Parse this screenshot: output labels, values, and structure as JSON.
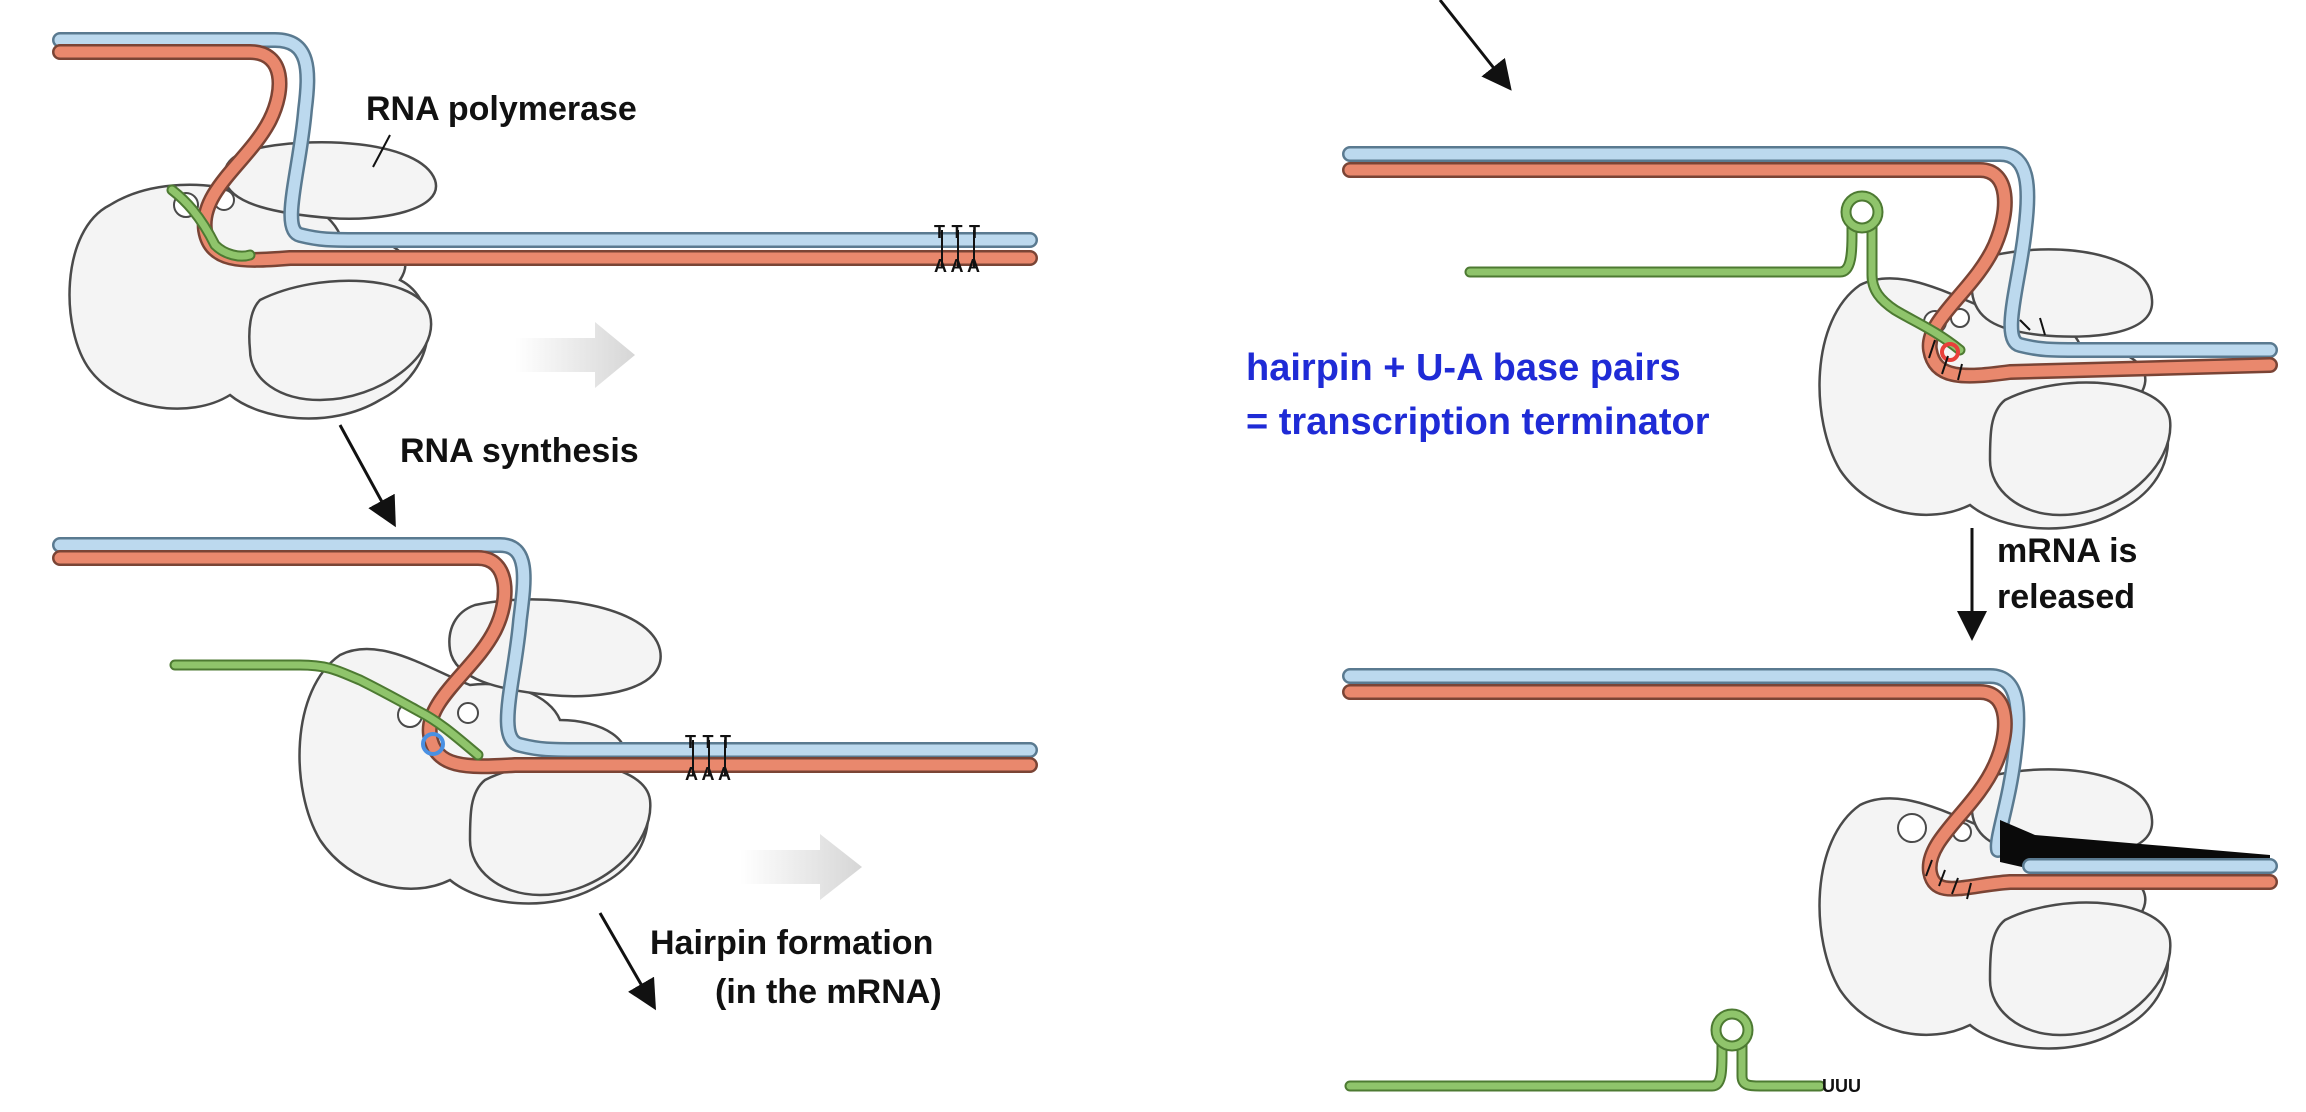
{
  "labels": {
    "rna_polymerase": "RNA polymerase",
    "rna_synthesis": "RNA synthesis",
    "hairpin_formation_line1": "Hairpin formation",
    "hairpin_formation_line2": "(in the mRNA)",
    "terminator_line1": "hairpin + U-A base pairs",
    "terminator_line2": "= transcription terminator",
    "mrna_released_line1": "mRNA is",
    "mrna_released_line2": "released",
    "uuu": "UUU"
  },
  "base_letters": {
    "template_strand": "TTT",
    "coding_strand": "AAA"
  },
  "colors": {
    "template_dna": "#e9886d",
    "coding_dna": "#bcd9ee",
    "mrna": "#8fc46b",
    "annotation_blue": "#1f2bd6",
    "highlight_circle_blue": "#4a90e2",
    "highlight_circle_red": "#e8403a"
  }
}
